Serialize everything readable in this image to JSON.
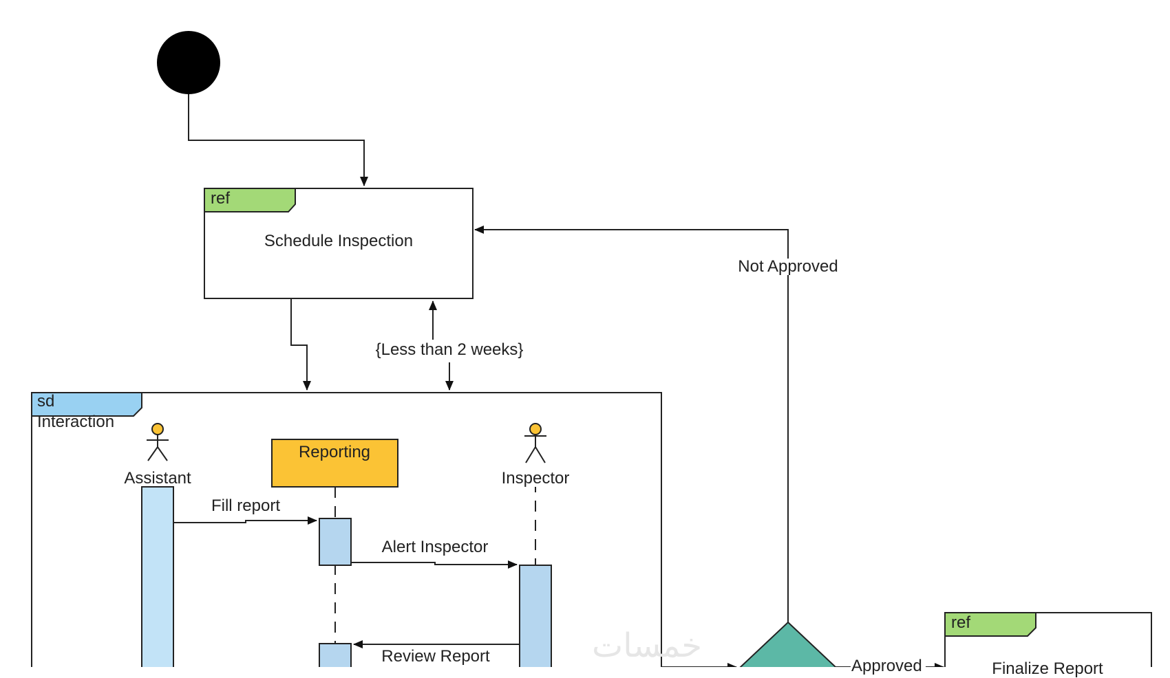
{
  "diagram": {
    "type": "UML interaction overview diagram",
    "colors": {
      "ref_tab": "#a3d977",
      "sd_tab": "#99d1f2",
      "lifeline_box": "#fbc335",
      "activation": "#b5d6ef",
      "activation_light": "#c2e3f7",
      "actor_head": "#fbc335",
      "decision": "#5cb8a6",
      "line": "#222222",
      "initial_node": "#000000"
    },
    "initial_node": {
      "label": ""
    },
    "schedule_frame": {
      "tag": "ref",
      "title": "Schedule Inspection"
    },
    "interaction_frame": {
      "tag": "sd",
      "name": "Interaction",
      "lifelines": [
        {
          "kind": "actor",
          "label": "Assistant"
        },
        {
          "kind": "object",
          "label": "Reporting"
        },
        {
          "kind": "actor",
          "label": "Inspector"
        }
      ],
      "messages": [
        {
          "label": "Fill report",
          "from": "Assistant",
          "to": "Reporting"
        },
        {
          "label": "Alert Inspector",
          "from": "Reporting",
          "to": "Inspector"
        },
        {
          "label": "Review Report",
          "from": "Inspector",
          "to": "Reporting"
        }
      ]
    },
    "constraint": {
      "label": "{Less than 2 weeks}"
    },
    "decision": {
      "branches": [
        {
          "label": "Not Approved",
          "target": "Schedule Inspection"
        },
        {
          "label": "Approved",
          "target": "Finalize Report"
        }
      ]
    },
    "finalize_frame": {
      "tag": "ref",
      "title": "Finalize Report"
    },
    "watermark": "خمسات"
  }
}
